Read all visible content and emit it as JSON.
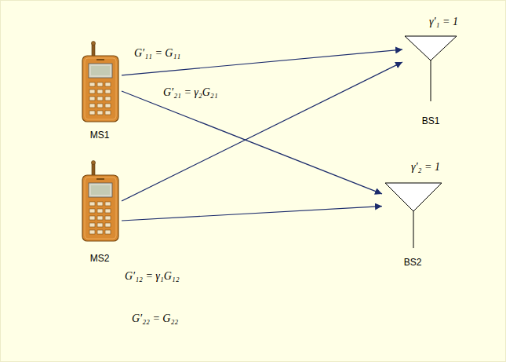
{
  "diagram": {
    "nodes": [
      {
        "text": [
          "MS1"
        ]
      },
      {
        "text": [
          "BS1"
        ]
      },
      {
        "text": [
          "MS2"
        ]
      },
      {
        "text": [
          "BS2"
        ]
      }
    ],
    "edges": [
      {
        "from": 0,
        "to": 1,
        "arrow": "to",
        "label": "G′₁₁ = G₁₁"
      },
      {
        "from": 0,
        "to": 3,
        "arrow": "to",
        "label": "G′₂₁ = γ₂G₂₁"
      },
      {
        "from": 2,
        "to": 1,
        "arrow": "to",
        "label": "G′₁₂ = γ₁G₁₂"
      },
      {
        "from": 2,
        "to": 3,
        "arrow": "to",
        "label": "G′₂₂ = G₂₂"
      }
    ],
    "labels": [
      "γ′₁ = 1",
      "γ′₂ = 1"
    ]
  }
}
